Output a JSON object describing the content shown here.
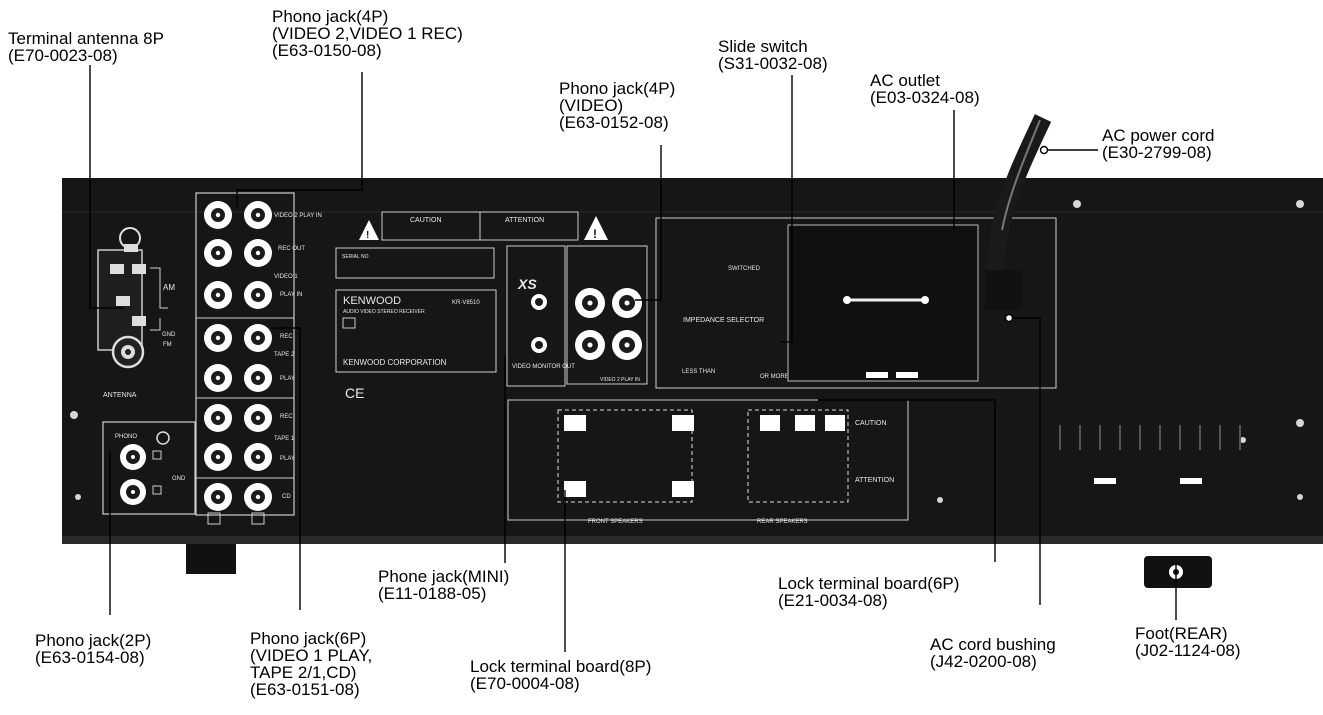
{
  "callouts": {
    "terminal_antenna": {
      "line1": "Terminal antenna 8P",
      "line2": "(E70-0023-08)"
    },
    "phono_jack_4p_a": {
      "line1": "Phono jack(4P)",
      "line2": "(VIDEO 2,VIDEO 1 REC)",
      "line3": "(E63-0150-08)"
    },
    "phono_jack_4p_video": {
      "line1": "Phono jack(4P)",
      "line2": "(VIDEO)",
      "line3": "(E63-0152-08)"
    },
    "slide_switch": {
      "line1": "Slide switch",
      "line2": "(S31-0032-08)"
    },
    "ac_outlet": {
      "line1": "AC outlet",
      "line2": "(E03-0324-08)"
    },
    "ac_power_cord": {
      "line1": "AC power cord",
      "line2": "(E30-2799-08)"
    },
    "phone_jack_mini": {
      "line1": "Phone jack(MINI)",
      "line2": "(E11-0188-05)"
    },
    "lock_terminal_6p": {
      "line1": "Lock terminal board(6P)",
      "line2": "(E21-0034-08)"
    },
    "phono_jack_2p": {
      "line1": "Phono jack(2P)",
      "line2": "(E63-0154-08)"
    },
    "phono_jack_6p": {
      "line1": "Phono jack(6P)",
      "line2": "(VIDEO 1 PLAY,",
      "line3": "TAPE 2/1,CD)",
      "line4": "(E63-0151-08)"
    },
    "lock_terminal_8p": {
      "line1": "Lock terminal board(8P)",
      "line2": "(E70-0004-08)"
    },
    "ac_cord_bushing": {
      "line1": "AC cord bushing",
      "line2": "(J42-0200-08)"
    },
    "foot_rear": {
      "line1": "Foot(REAR)",
      "line2": "(J02-1124-08)"
    }
  },
  "panel_text": {
    "antenna": "ANTENNA",
    "am": "AM",
    "gnd": "GND",
    "fm": "FM",
    "phono": "PHONO",
    "gnd2": "GND",
    "video2_play_in": "VIDEO 2 PLAY IN",
    "rec_out": "REC OUT",
    "video1": "VIDEO 1",
    "play_in": "PLAY IN",
    "rec": "REC",
    "tape2": "TAPE 2",
    "play": "PLAY",
    "rec2": "REC",
    "tape1": "TAPE 1",
    "play2": "PLAY",
    "cd": "CD",
    "caution": "CAUTION",
    "attention": "ATTENTION",
    "serial_no": "SERIAL NO",
    "kenwood": "KENWOOD",
    "model": "KR-V8510",
    "receiver": "AUDIO VIDEO STEREO RECEIVER",
    "corporation": "KENWOOD CORPORATION",
    "ce": "CE",
    "xs": "XS",
    "video_monitor_out": "VIDEO MONITOR OUT",
    "video2_play_in_b": "VIDEO 2 PLAY IN",
    "impedance_selector": "IMPEDANCE SELECTOR",
    "switched": "SWITCHED",
    "less_than": "LESS THAN",
    "or_more": "OR MORE",
    "front_speakers": "FRONT SPEAKERS",
    "rear_speakers": "REAR SPEAKERS",
    "caution2": "CAUTION",
    "attention2": "ATTENTION"
  }
}
